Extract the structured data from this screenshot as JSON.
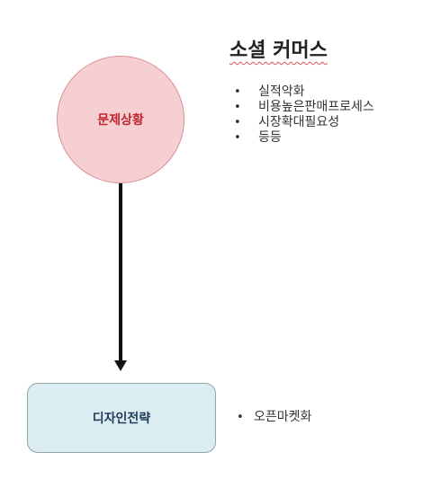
{
  "title": "소셜 커머스",
  "problem_node": {
    "label": "문제상황",
    "fill_color": "#f6cfd3",
    "text_color": "#c0262d"
  },
  "problem_bullets": [
    "실적악화",
    "비용높은판매프로세스",
    "시장확대필요성",
    "등등"
  ],
  "strategy_node": {
    "label": "디자인전략",
    "fill_color": "#dcedf2",
    "text_color": "#1f3a5a"
  },
  "strategy_bullets": [
    "오픈마켓화"
  ],
  "edges": [
    {
      "from": "문제상황",
      "to": "디자인전략"
    }
  ]
}
